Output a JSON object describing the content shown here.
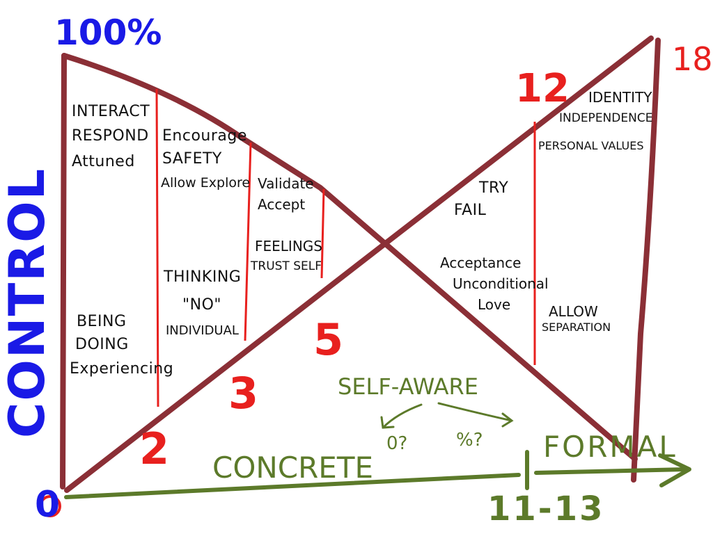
{
  "colors": {
    "brown": "#8b2f36",
    "red": "#e8201e",
    "blue": "#1a1ae6",
    "green": "#5c7a2a",
    "ink": "#111111"
  },
  "left_axis": {
    "top_label": "100%",
    "bottom_label": "0",
    "vertical_label": "CONTROL"
  },
  "right_axis": {
    "top_label": "18"
  },
  "age_markers": [
    "2",
    "3",
    "5",
    "12"
  ],
  "bottom_axis": {
    "concrete": "CONCRETE",
    "formal": "FORMAL",
    "boundary": "11-13"
  },
  "self_aware": {
    "label": "SELF-AWARE",
    "left_branch": "0?",
    "right_branch": "%?"
  },
  "column1": {
    "top": [
      "INTERACT",
      "RESPOND",
      "Attuned"
    ],
    "bottom": [
      "BEING",
      "DOING",
      "Experiencing"
    ]
  },
  "column2": {
    "top": [
      "Encourage",
      "SAFETY",
      "Allow Explore"
    ],
    "bottom": [
      "THINKING",
      "\"NO\"",
      "INDIVIDUAL"
    ]
  },
  "column3": {
    "top": [
      "Validate",
      "Accept"
    ],
    "bottom": [
      "FEELINGS",
      "TRUST SELF"
    ]
  },
  "right_mid": {
    "top": [
      "TRY",
      "FAIL"
    ],
    "bottom": [
      "Acceptance",
      "Unconditional",
      "Love"
    ]
  },
  "right_far": {
    "top": [
      "IDENTITY",
      "INDEPENDENCE",
      "PERSONAL VALUES"
    ],
    "bottom": [
      "ALLOW",
      "SEPARATION"
    ]
  }
}
